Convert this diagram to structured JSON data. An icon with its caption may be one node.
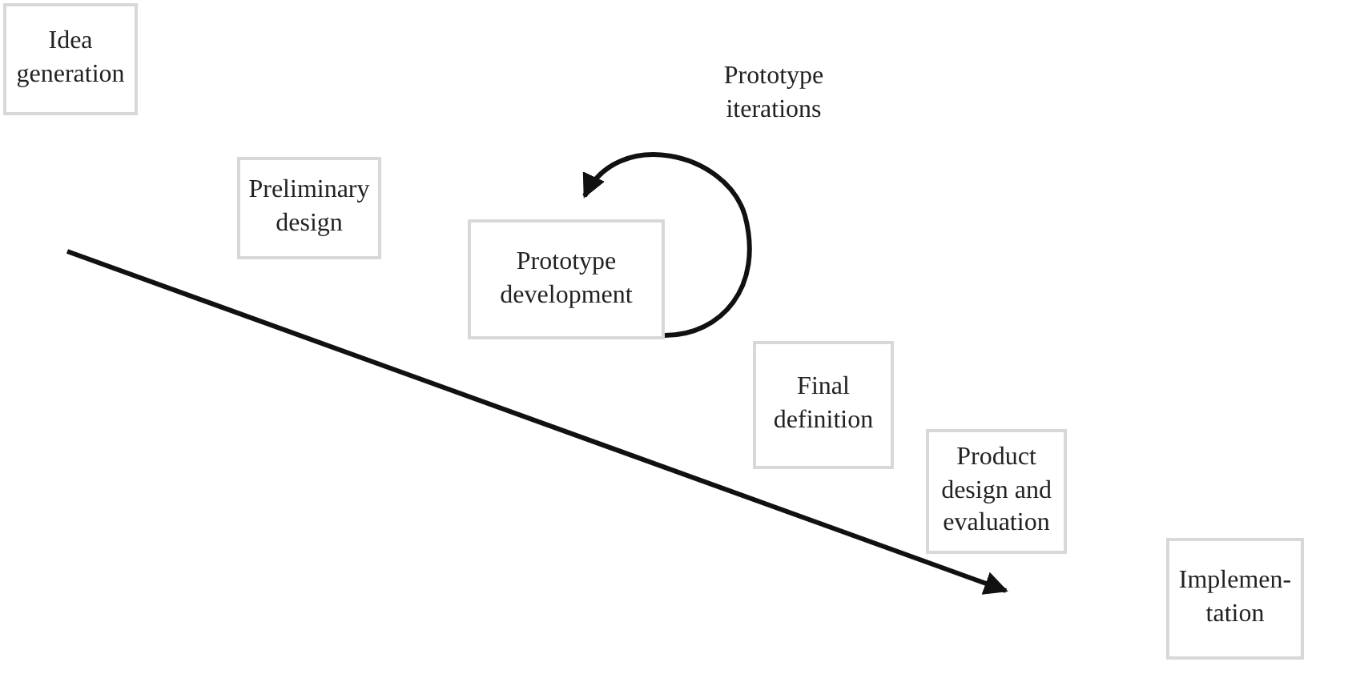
{
  "diagram": {
    "nodes": [
      {
        "text": [
          "Idea generation"
        ]
      },
      {
        "text": [
          "Preliminary design"
        ]
      },
      {
        "text": [
          "Prototype development"
        ]
      },
      {
        "text": [
          "Final definition"
        ]
      },
      {
        "text": [
          "Product design and evaluation"
        ]
      },
      {
        "text": [
          "Implemen-tation"
        ]
      }
    ],
    "edges": [
      {
        "from": 2,
        "to": 2,
        "arrow": "to",
        "label": "Prototype iterations"
      }
    ]
  }
}
